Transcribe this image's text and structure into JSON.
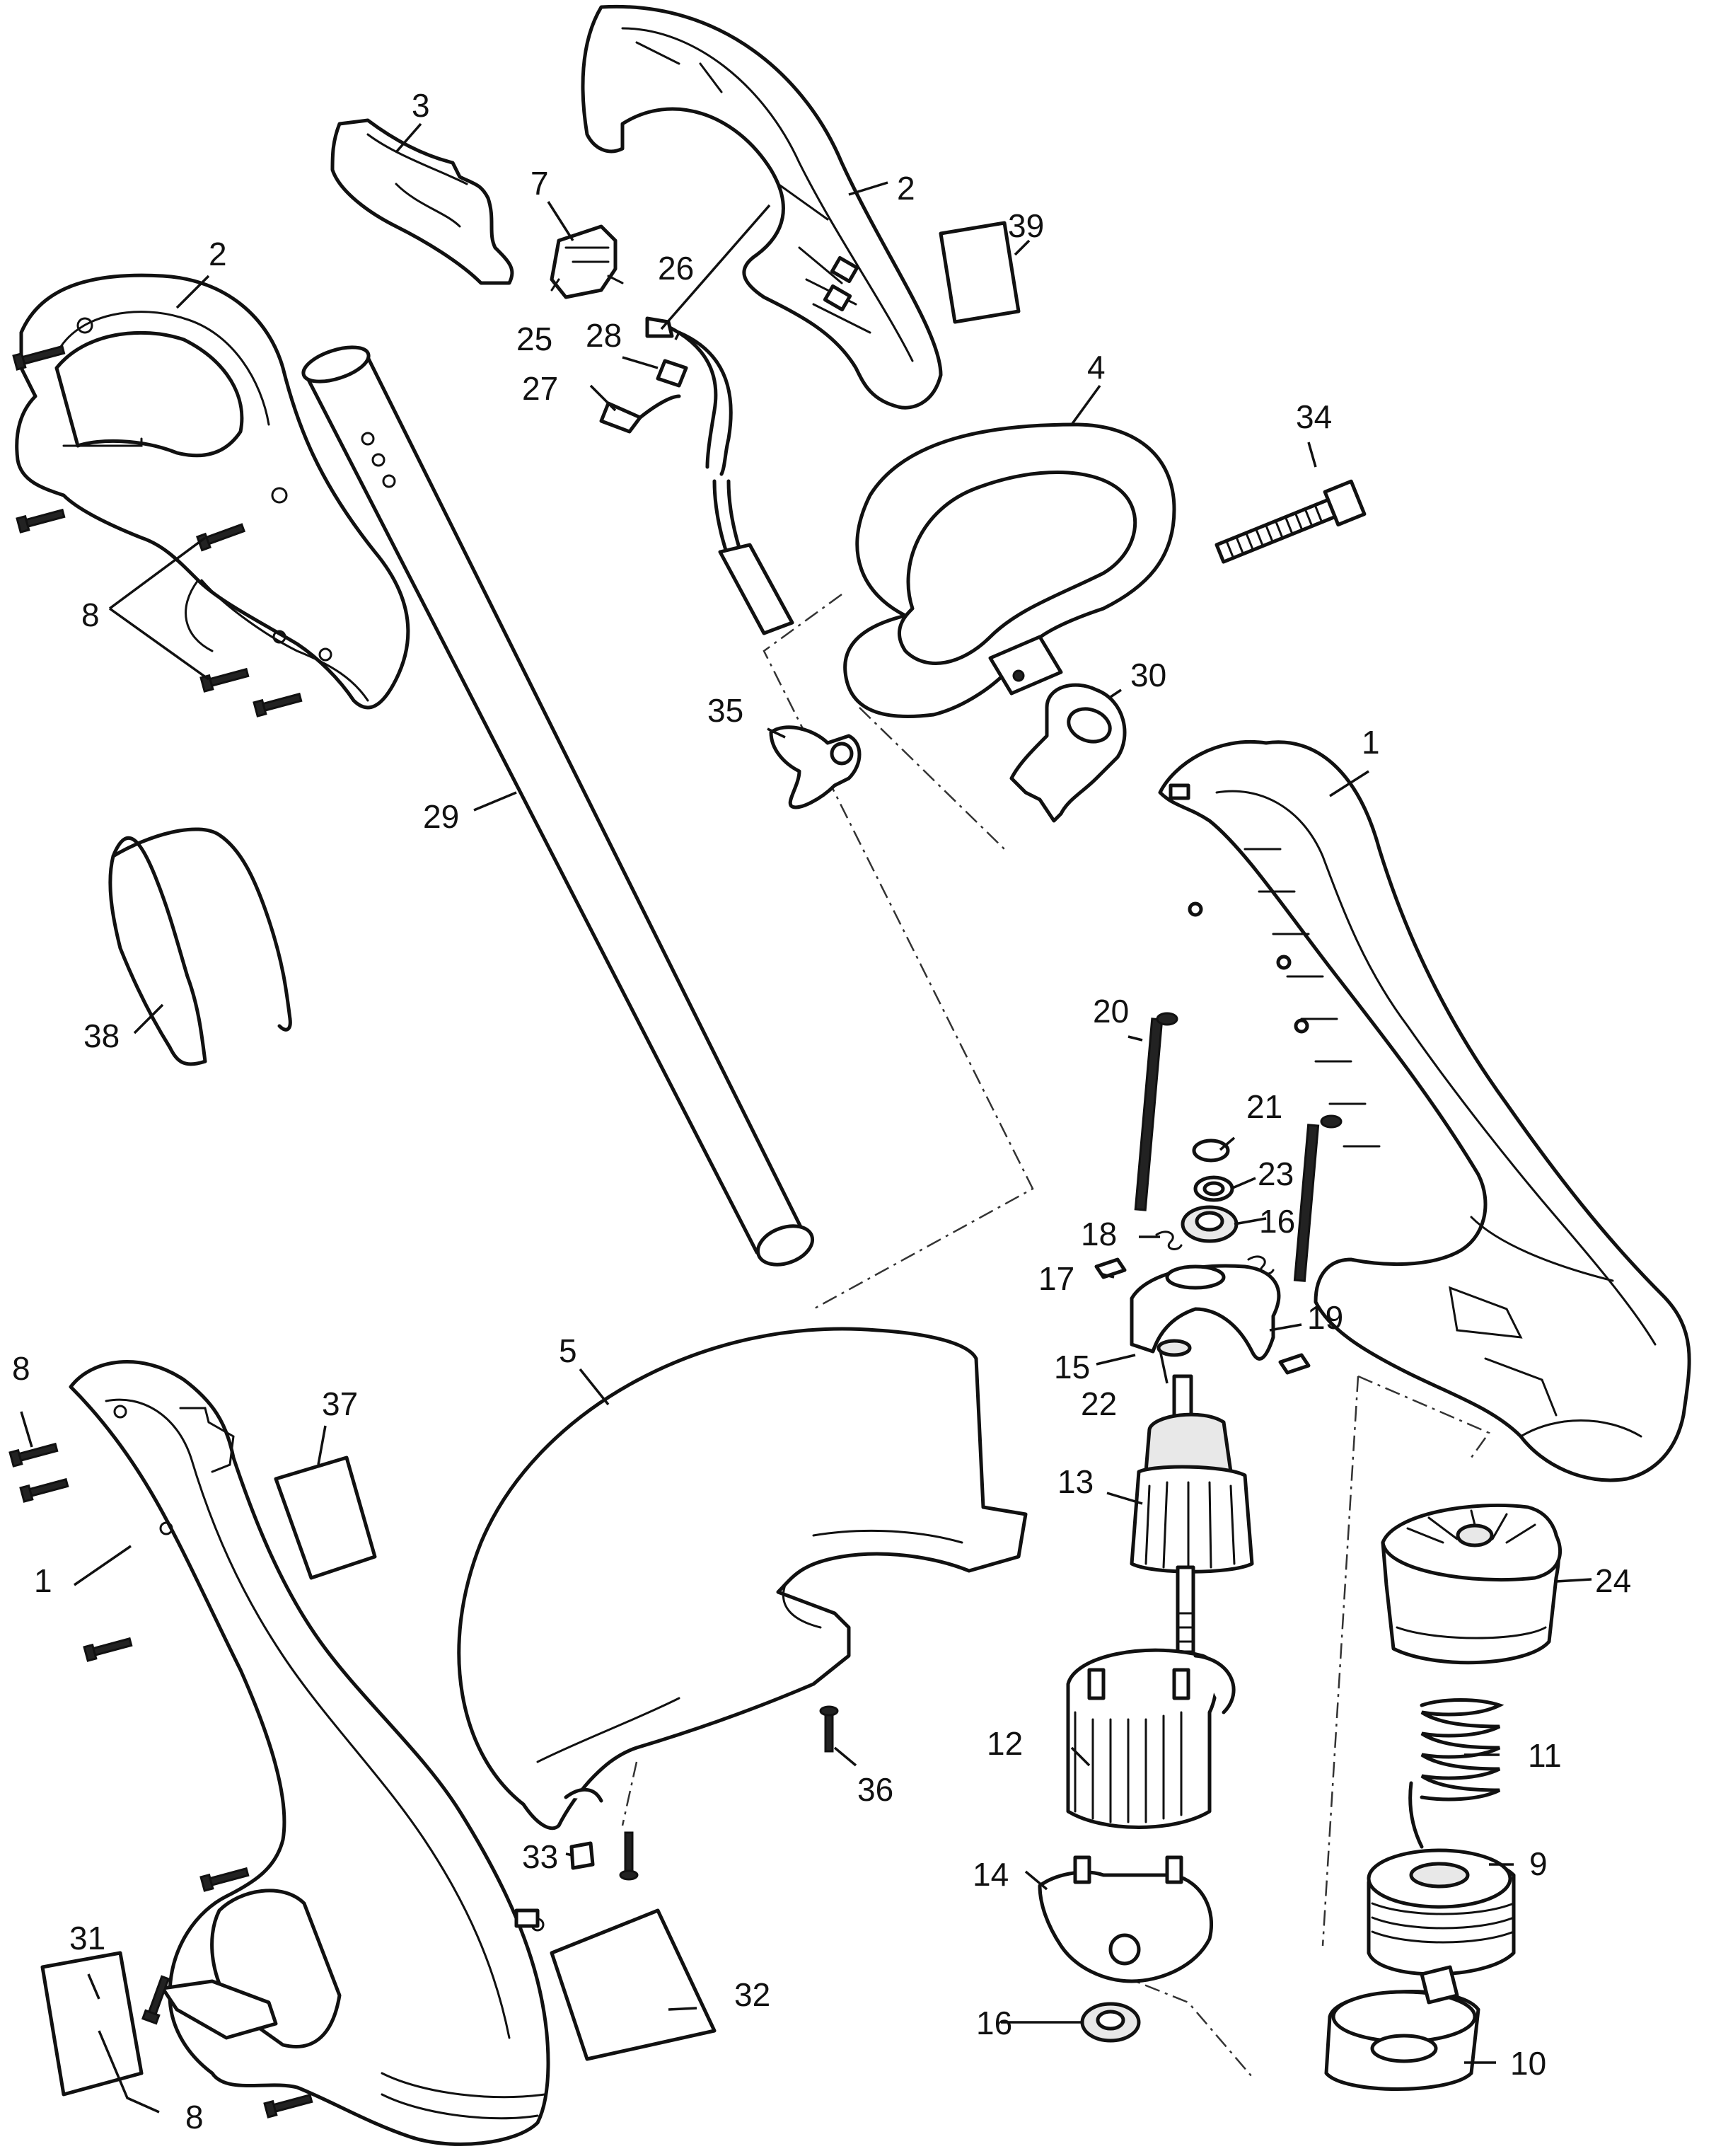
{
  "figure": {
    "type": "exploded parts diagram"
  },
  "callouts": [
    {
      "id": "label-1-right",
      "text": "1"
    },
    {
      "id": "label-1-left",
      "text": "1"
    },
    {
      "id": "label-2-top",
      "text": "2"
    },
    {
      "id": "label-2-left",
      "text": "2"
    },
    {
      "id": "label-3",
      "text": "3"
    },
    {
      "id": "label-4",
      "text": "4"
    },
    {
      "id": "label-5",
      "text": "5"
    },
    {
      "id": "label-7",
      "text": "7"
    },
    {
      "id": "label-8-handle",
      "text": "8"
    },
    {
      "id": "label-8-top-left",
      "text": "8"
    },
    {
      "id": "label-8-bottom",
      "text": "8"
    },
    {
      "id": "label-9",
      "text": "9"
    },
    {
      "id": "label-10",
      "text": "10"
    },
    {
      "id": "label-11",
      "text": "11"
    },
    {
      "id": "label-12",
      "text": "12"
    },
    {
      "id": "label-13",
      "text": "13"
    },
    {
      "id": "label-14",
      "text": "14"
    },
    {
      "id": "label-15",
      "text": "15"
    },
    {
      "id": "label-16-upper",
      "text": "16"
    },
    {
      "id": "label-16-lower",
      "text": "16"
    },
    {
      "id": "label-17",
      "text": "17"
    },
    {
      "id": "label-18",
      "text": "18"
    },
    {
      "id": "label-19",
      "text": "19"
    },
    {
      "id": "label-20",
      "text": "20"
    },
    {
      "id": "label-21",
      "text": "21"
    },
    {
      "id": "label-22",
      "text": "22"
    },
    {
      "id": "label-23",
      "text": "23"
    },
    {
      "id": "label-24",
      "text": "24"
    },
    {
      "id": "label-25",
      "text": "25"
    },
    {
      "id": "label-26",
      "text": "26"
    },
    {
      "id": "label-27",
      "text": "27"
    },
    {
      "id": "label-28",
      "text": "28"
    },
    {
      "id": "label-29",
      "text": "29"
    },
    {
      "id": "label-30",
      "text": "30"
    },
    {
      "id": "label-31",
      "text": "31"
    },
    {
      "id": "label-32",
      "text": "32"
    },
    {
      "id": "label-33",
      "text": "33"
    },
    {
      "id": "label-34",
      "text": "34"
    },
    {
      "id": "label-35",
      "text": "35"
    },
    {
      "id": "label-36",
      "text": "36"
    },
    {
      "id": "label-37",
      "text": "37"
    },
    {
      "id": "label-38",
      "text": "38"
    },
    {
      "id": "label-39",
      "text": "39"
    }
  ]
}
